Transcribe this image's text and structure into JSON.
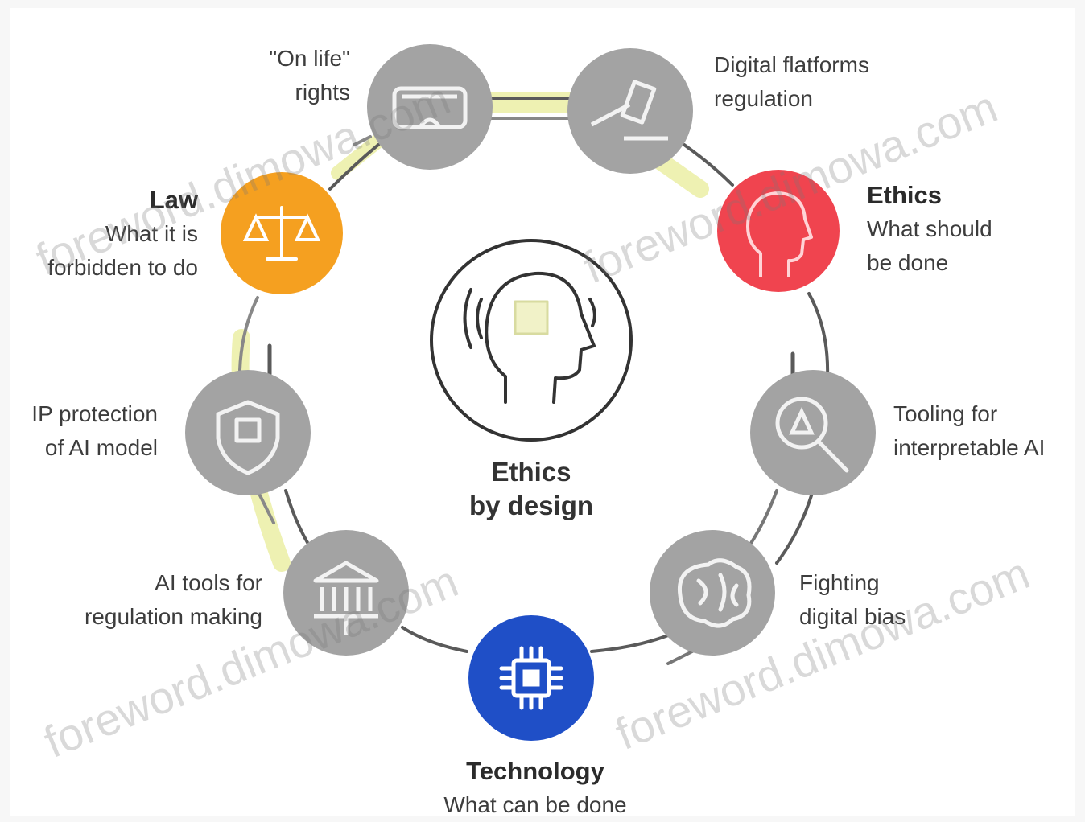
{
  "center": {
    "line1": "Ethics",
    "line2": "by design"
  },
  "nodes": {
    "law": {
      "title": "Law",
      "line1": "What it is",
      "line2": "forbidden to do",
      "color": "#f5a020"
    },
    "ethics": {
      "title": "Ethics",
      "line1": "What should",
      "line2": "be done",
      "color": "#f0444f"
    },
    "technology": {
      "title": "Technology",
      "line1": "What can be done",
      "color": "#1f4fc7"
    },
    "on_life": {
      "line1": "\"On life\"",
      "line2": "rights"
    },
    "platforms": {
      "line1": "Digital flatforms",
      "line2": "regulation"
    },
    "ip": {
      "line1": "IP protection",
      "line2": "of AI model"
    },
    "tooling": {
      "line1": "Tooling for",
      "line2": "interpretable AI"
    },
    "ai_tools": {
      "line1": "AI tools for",
      "line2": "regulation making"
    },
    "bias": {
      "line1": "Fighting",
      "line2": "digital bias"
    }
  },
  "colors": {
    "gray_node": "#a3a3a3",
    "ring": "#555555",
    "highlight": "#f0f2b8"
  },
  "icons": [
    "vr-glasses-icon",
    "gavel-icon",
    "person-head-icon",
    "magnifier-network-icon",
    "brain-icon",
    "chip-icon",
    "bank-icon",
    "shield-icon",
    "scales-icon",
    "head-chip-icon"
  ],
  "watermarks": [
    "foreword.dimowa.com",
    "foreword.dimowa.com",
    "foreword.dimowa.com",
    "foreword.dimowa.com"
  ]
}
